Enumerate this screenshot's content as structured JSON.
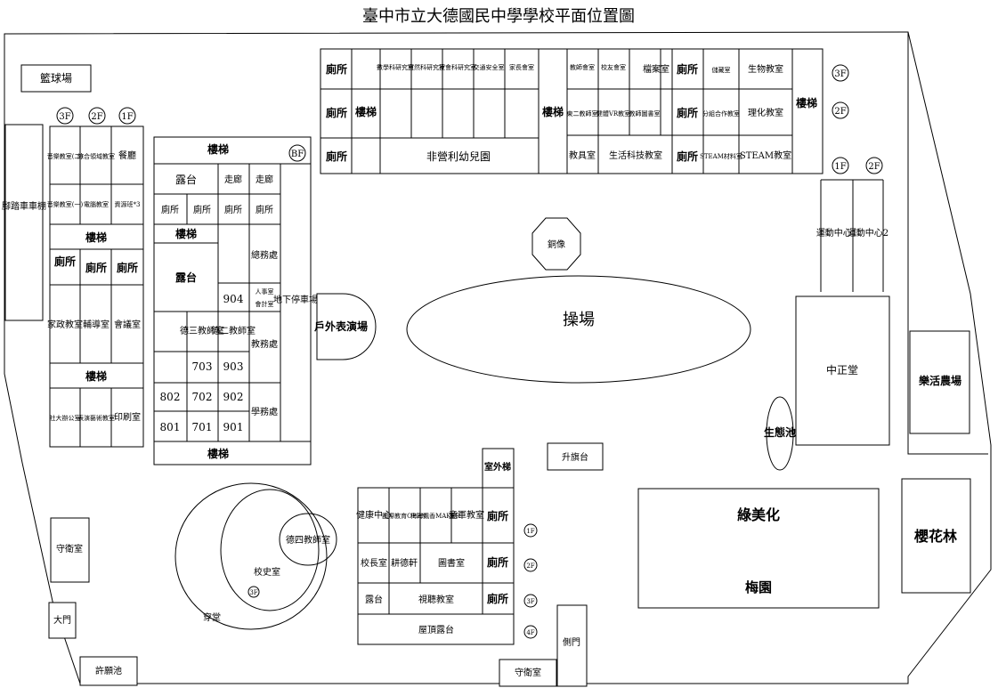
{
  "title": "臺中市立大德國民中學學校平面位置圖",
  "labels": {
    "basketball": "籃球場",
    "bike_shed": "腳踏車車棚",
    "floor_1f": "1F",
    "floor_2f": "2F",
    "floor_3f": "3F",
    "floor_bf": "BF",
    "music2": "音樂教室(二)",
    "music1": "音樂教室(一)",
    "integrated": "綜合領域教室",
    "computer": "電腦教室",
    "canteen": "餐廳",
    "resource": "資源班*3",
    "stairs": "樓梯",
    "toilet": "廁所",
    "home_ec": "家政教室",
    "counseling": "輔導室",
    "meeting": "會議室",
    "community": "社大辦公室",
    "performing": "表演藝術教室",
    "printing": "印刷室",
    "terrace": "露台",
    "corridor": "走廊",
    "general_affairs": "總務處",
    "personnel": "人事室",
    "accounting": "會計室",
    "r904": "904",
    "r903": "903",
    "r902": "902",
    "r901": "901",
    "r703": "703",
    "r702": "702",
    "r701": "701",
    "r802": "802",
    "r801": "801",
    "de3": "德三教師室",
    "de2": "德二教師室",
    "academic": "教務處",
    "student_affairs": "學務處",
    "underground_parking": "地下停車場",
    "outdoor_stage": "戶外表演場",
    "math_office": "數學科研究室",
    "science_office": "自然科研究室",
    "social_office": "社會科研究室",
    "safety": "交通安全室",
    "parents": "家長會室",
    "nonprofit_kinder": "非營利幼兒園",
    "teachers_assoc": "教師會室",
    "alumni": "校友會室",
    "archives": "檔案室",
    "east2": "東二教師室",
    "vr_room": "健體VR教室",
    "teacher_library": "教師圖書室",
    "equipment": "教具室",
    "life_tech": "生活科技教室",
    "storage": "儲藏室",
    "split_coop": "分組合作教室",
    "steam_material": "STEAM材料室",
    "biology": "生物教室",
    "phys_chem": "理化教室",
    "steam_class": "STEAM教室",
    "bronze_statue": "銅像",
    "playground": "操場",
    "sports1": "運動中心1",
    "sports2": "運動中心2",
    "zhongzheng": "中正堂",
    "farm": "樂活農場",
    "ecopool": "生態池",
    "flagpole": "升旗台",
    "green": "綠美化",
    "plum": "梅園",
    "sakura": "櫻花林",
    "outdoor_stairs": "室外梯",
    "health": "健康中心",
    "international": "國際教育OPEN",
    "meihai": "梅海飄香MAKER",
    "scout": "童軍教室",
    "principal": "校長室",
    "gengde": "耕德軒",
    "library": "圖書室",
    "av_room": "視聽教室",
    "rooftop": "屋頂露台",
    "de4": "德四教師室",
    "history": "校史室",
    "chuantang": "穿堂",
    "guard": "守衛室",
    "main_gate": "大門",
    "side_gate": "側門",
    "wishing_pool": "許願池"
  }
}
